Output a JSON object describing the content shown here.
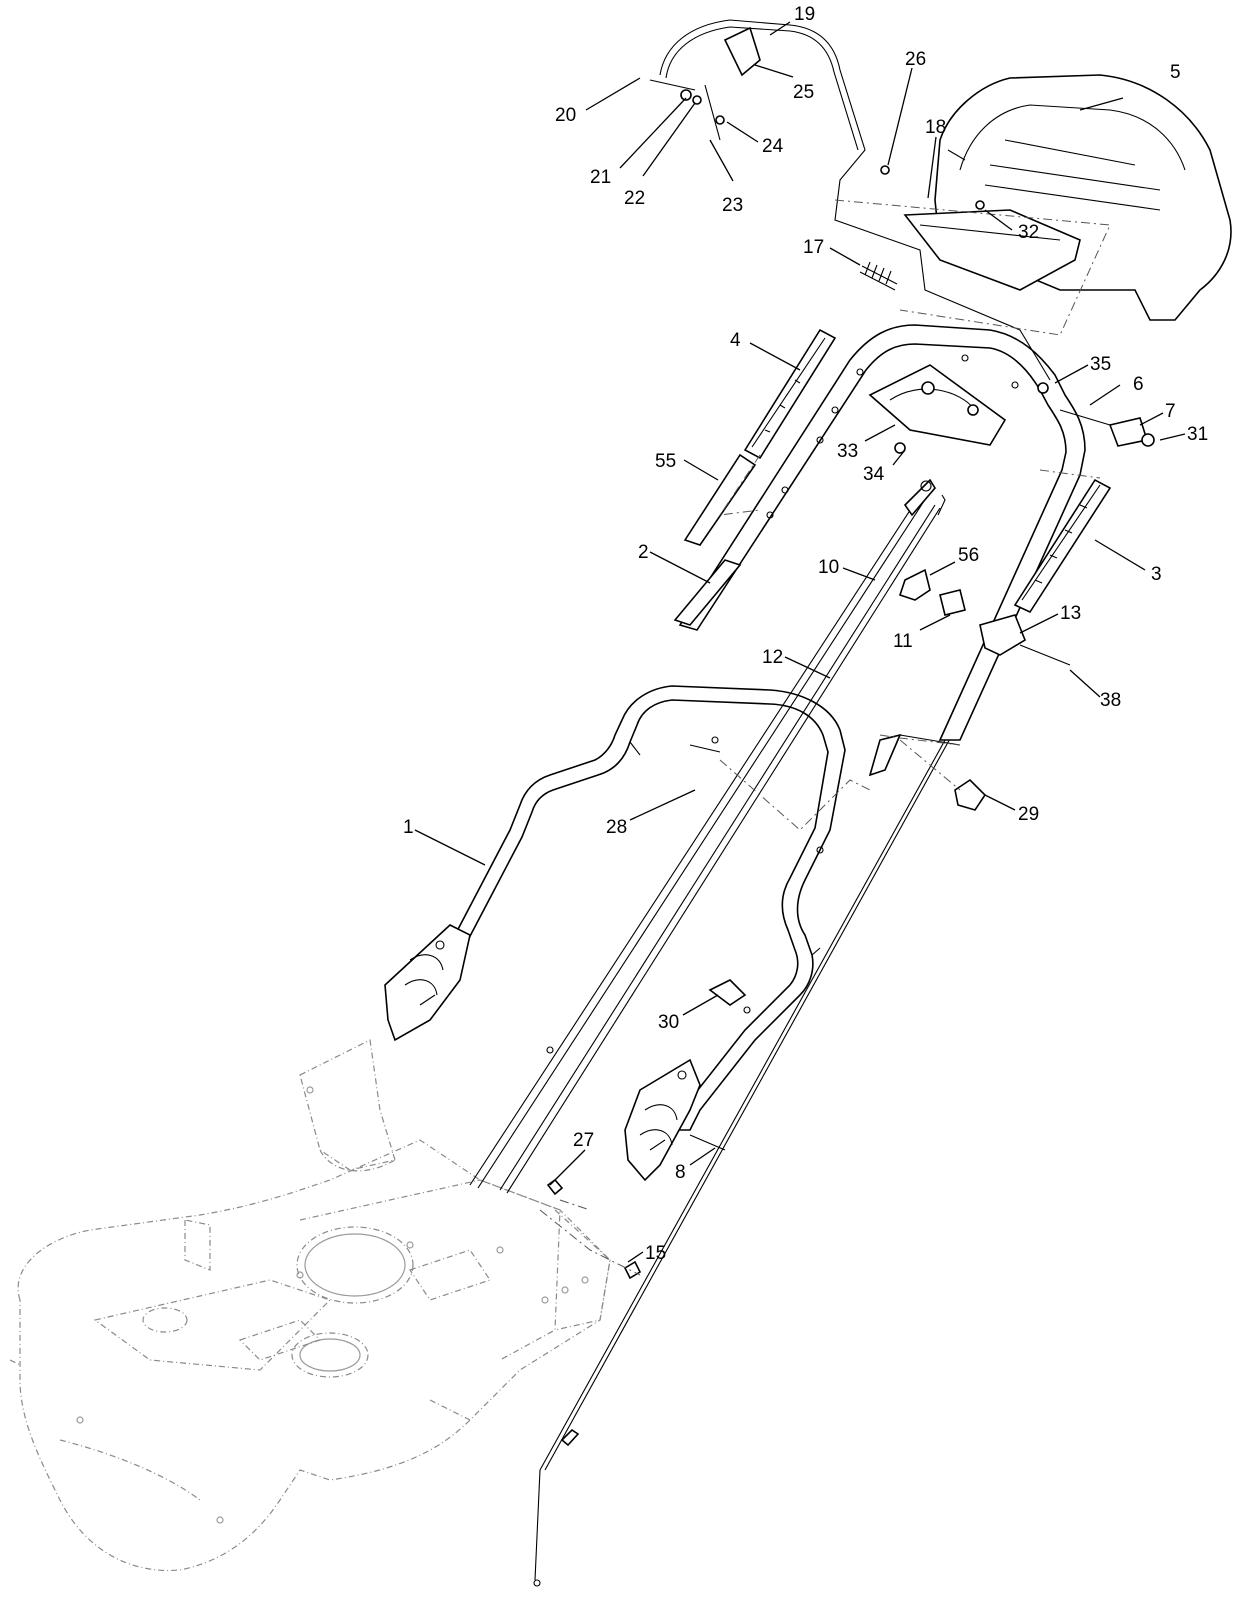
{
  "callouts": {
    "c1": "1",
    "c2": "2",
    "c3": "3",
    "c4": "4",
    "c5": "5",
    "c6": "6",
    "c7": "7",
    "c8": "8",
    "c10": "10",
    "c11": "11",
    "c12": "12",
    "c13": "13",
    "c15": "15",
    "c17": "17",
    "c18": "18",
    "c19": "19",
    "c20": "20",
    "c21": "21",
    "c22": "22",
    "c23": "23",
    "c24": "24",
    "c25": "25",
    "c26": "26",
    "c27": "27",
    "c28": "28",
    "c29": "29",
    "c30": "30",
    "c31": "31",
    "c32": "32",
    "c33": "33",
    "c34": "34",
    "c35": "35",
    "c38": "38",
    "c55": "55",
    "c56": "56"
  }
}
